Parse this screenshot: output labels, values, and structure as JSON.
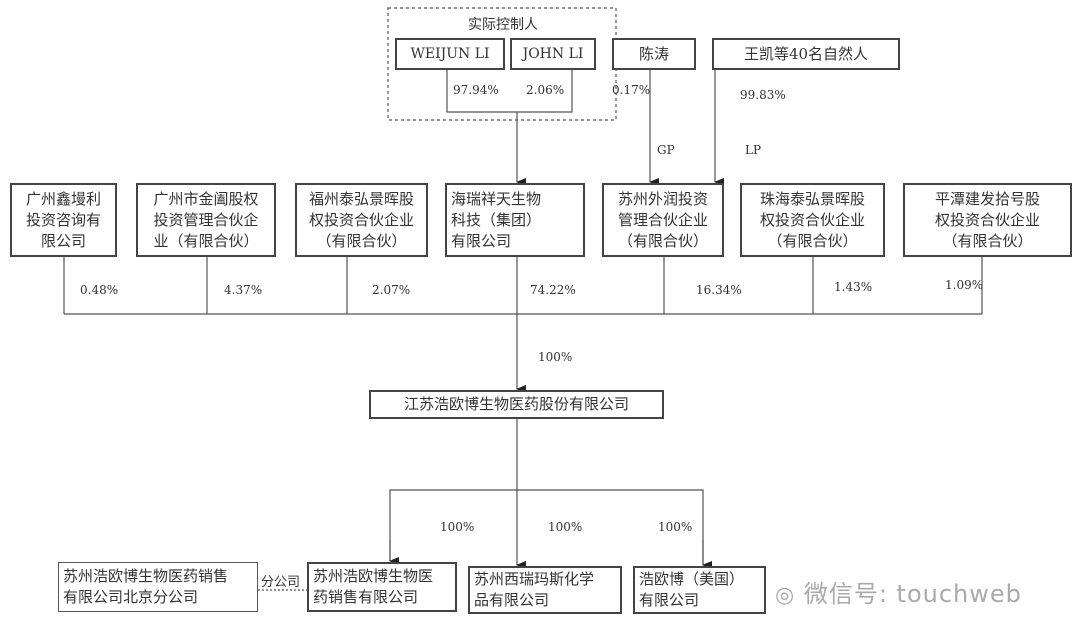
{
  "controller_group": {
    "title": "实际控制人",
    "members": [
      "WEIJUN LI",
      "JOHN LI"
    ],
    "stakes": [
      "97.94%",
      "2.06%"
    ]
  },
  "top_holders": [
    {
      "name": "陈涛",
      "stake": "0.17%",
      "role": "GP"
    },
    {
      "name": "王凯等40名自然人",
      "stake": "99.83%",
      "role": "LP"
    }
  ],
  "shareholders": [
    {
      "name": "广州鑫墁利\n投资咨询有\n限公司",
      "stake": "0.48%"
    },
    {
      "name": "广州市金阖股权\n投资管理合伙企\n业（有限合伙）",
      "stake": "4.37%"
    },
    {
      "name": "福州泰弘景晖股\n权投资合伙企业\n（有限合伙）",
      "stake": "2.07%"
    },
    {
      "name": "海瑞祥天生物\n科技（集团）\n有限公司",
      "stake": "74.22%"
    },
    {
      "name": "苏州外润投资\n管理合伙企业\n（有限合伙）",
      "stake": "16.34%"
    },
    {
      "name": "珠海泰弘景晖股\n权投资合伙企业\n（有限合伙）",
      "stake": "1.43%"
    },
    {
      "name": "平潭建发拾号股\n权投资合伙企业\n（有限合伙）",
      "stake": "1.09%"
    }
  ],
  "company": {
    "name": "江苏浩欧博生物医药股份有限公司",
    "stake_label": "100%"
  },
  "subsidiaries": [
    {
      "name": "苏州浩欧博生物医\n药销售有限公司",
      "stake": "100%"
    },
    {
      "name": "苏州西瑞玛斯化学\n品有限公司",
      "stake": "100%"
    },
    {
      "name": "浩欧博（美国）\n有限公司",
      "stake": "100%"
    }
  ],
  "branch": {
    "name": "苏州浩欧博生物医药销售\n有限公司北京分公司",
    "relation": "分公司"
  },
  "watermark": "微信号: touchweb"
}
